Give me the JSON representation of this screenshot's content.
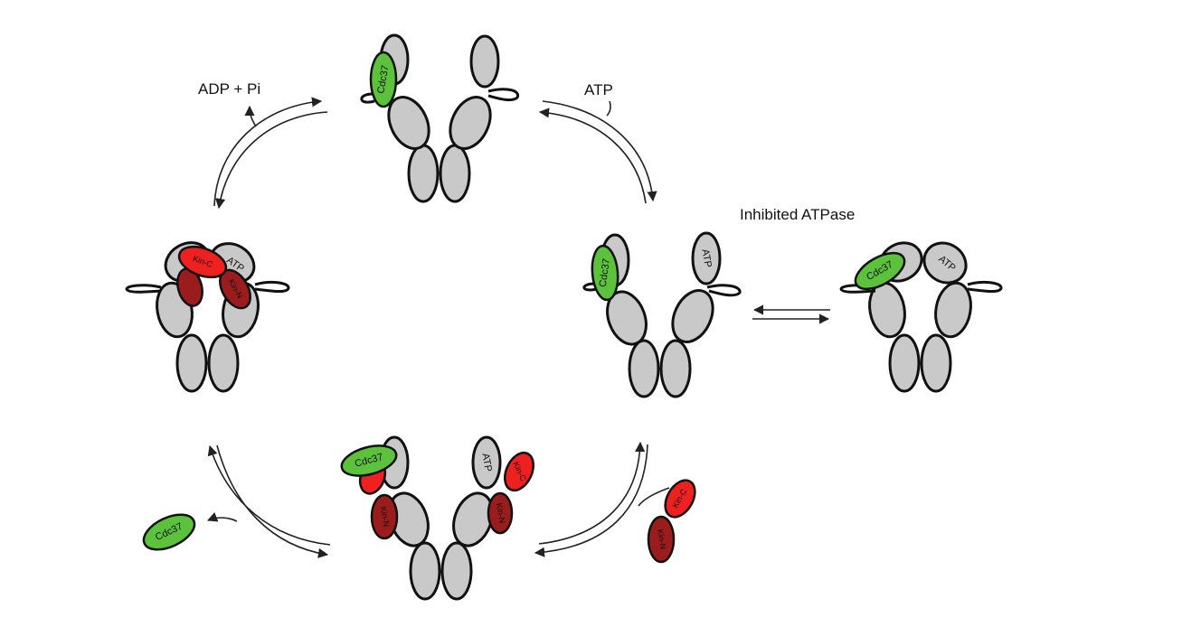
{
  "labels": {
    "adp": "ADP + Pi",
    "atp": "ATP",
    "inhibited": "Inhibited ATPase"
  },
  "molecules": {
    "cdc37": "Cdc37",
    "atp": "ATP",
    "kinase_c": "Kin-C",
    "kinase_n": "Kin-N"
  },
  "colors": {
    "hsp90": "#c9c9c9",
    "cdc37": "#5cc23c",
    "kinase_c": "#ee2020",
    "kinase_n": "#9b1c1c"
  }
}
